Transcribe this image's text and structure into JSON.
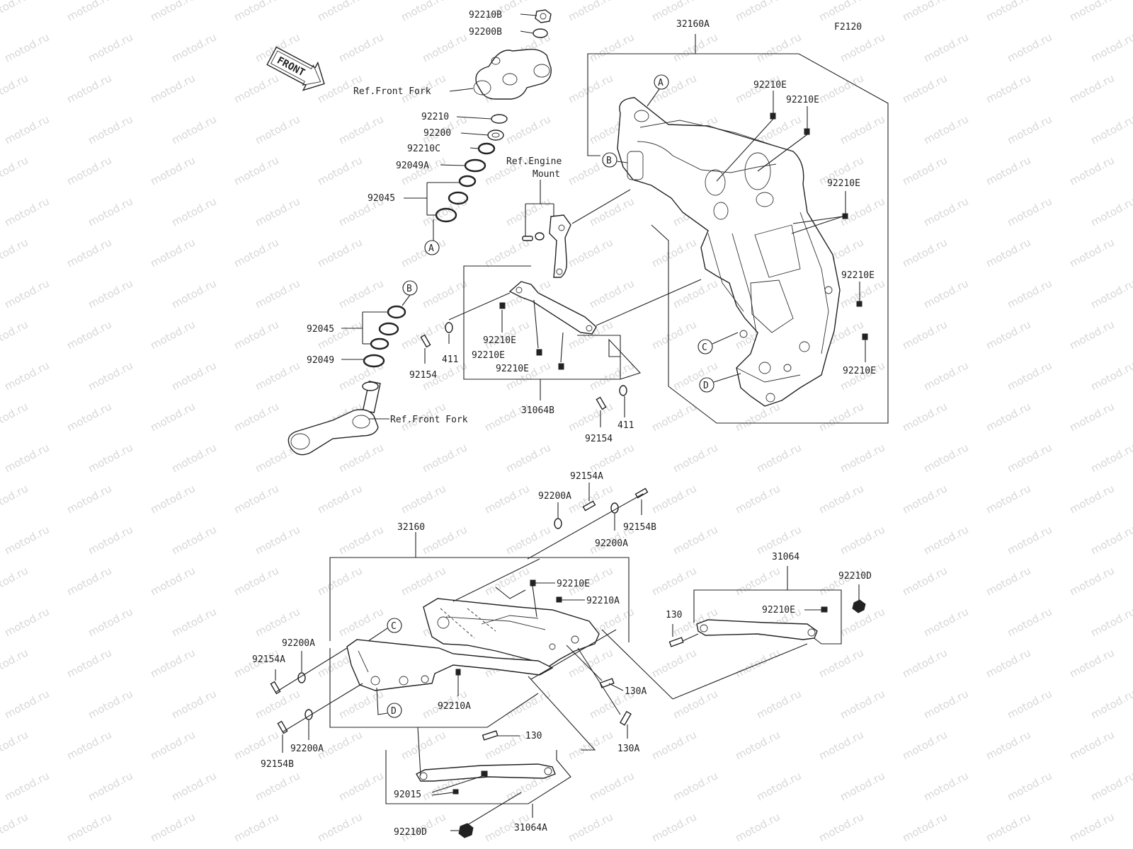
{
  "diagram": {
    "code": "F2120",
    "watermark": "motod.ru",
    "front_label": "FRONT",
    "callouts": {
      "c_32160A": "32160A",
      "c_92210B": "92210B",
      "c_92200B": "92200B",
      "c_ref_ff_top": "Ref.Front Fork",
      "c_92210": "92210",
      "c_92200": "92200",
      "c_92210C": "92210C",
      "c_92049A": "92049A",
      "c_92045_top": "92045",
      "c_ref_engine": "Ref.Engine",
      "c_mount": "Mount",
      "c_92045_bot": "92045",
      "c_92049": "92049",
      "c_ref_ff_bot": "Ref.Front Fork",
      "c_411_a": "411",
      "c_92154_a": "92154",
      "c_92210E_1": "92210E",
      "c_92210E_2": "92210E",
      "c_92210E_3": "92210E",
      "c_31064B": "31064B",
      "c_411_b": "411",
      "c_92154_b": "92154",
      "c_92210E_r1": "92210E",
      "c_92210E_r2": "92210E",
      "c_92210E_r3": "92210E",
      "c_92210E_r4": "92210E",
      "c_92210E_r5": "92210E",
      "c_92154A_top": "92154A",
      "c_92200A_top": "92200A",
      "c_92154B_top": "92154B",
      "c_92200A_top2": "92200A",
      "c_32160": "32160",
      "c_92210E_sub": "92210E",
      "c_92210A_sub": "92210A",
      "c_92200A_left": "92200A",
      "c_92154A_left": "92154A",
      "c_92210A_bot": "92210A",
      "c_92200A_bot": "92200A",
      "c_92154B_bot": "92154B",
      "c_130A_1": "130A",
      "c_130A_2": "130A",
      "c_130_mid": "130",
      "c_92015": "92015",
      "c_92210D_bot": "92210D",
      "c_31064A": "31064A",
      "c_31064": "31064",
      "c_92210D_r": "92210D",
      "c_92210E_rod": "92210E",
      "c_130_r": "130"
    },
    "markers": {
      "A1": "A",
      "B1": "B",
      "A2": "A",
      "B2": "B",
      "C1": "C",
      "D1": "D",
      "C2": "C",
      "D2": "D"
    }
  }
}
